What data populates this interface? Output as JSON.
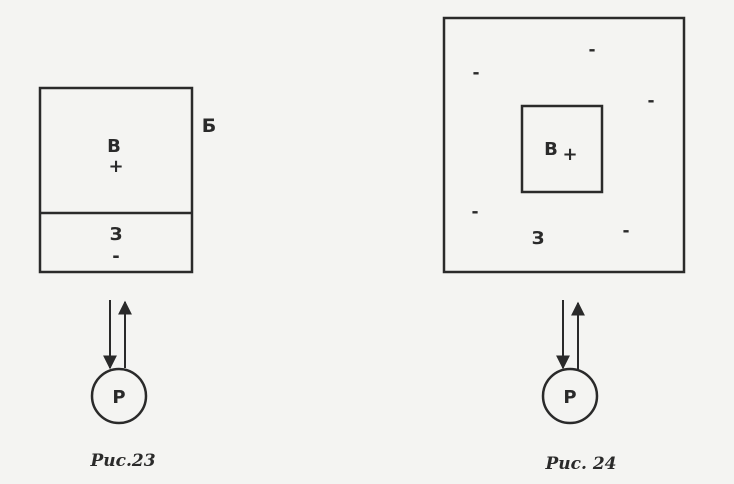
{
  "figure_23": {
    "caption": "Рис.23",
    "top_region_label": "В",
    "top_region_sign": "+",
    "bottom_region_label": "З",
    "bottom_region_sign": "-",
    "side_label": "Б",
    "circle_label": "Р"
  },
  "figure_24": {
    "caption": "Рис. 24",
    "inner_label": "В",
    "inner_sign": "+",
    "outer_label": "З",
    "outer_signs": [
      "-",
      "-",
      "-",
      "-",
      "-"
    ],
    "circle_label": "Р"
  },
  "colors": {
    "ink": "#2a2a2a",
    "paper": "#f4f4f2",
    "ghost_text": "#d9d9d6"
  }
}
